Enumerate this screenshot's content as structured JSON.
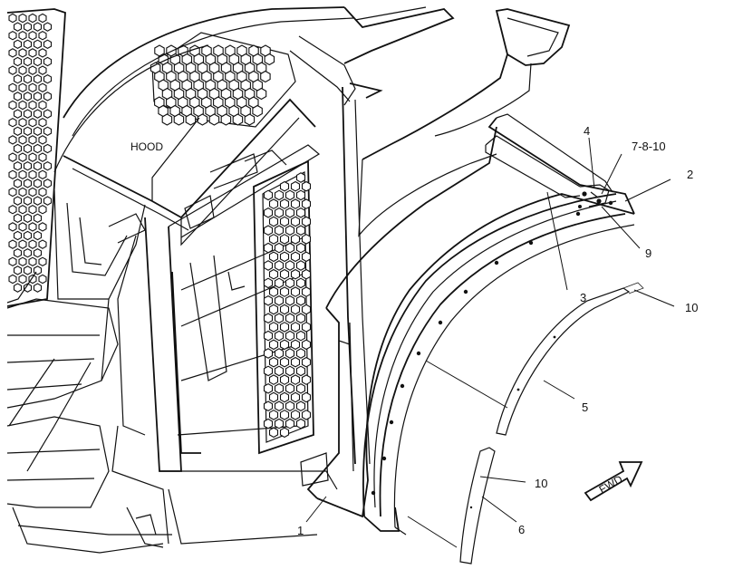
{
  "labels": {
    "hood": "HOOD",
    "fwd": "FWD",
    "callout_1": "1",
    "callout_2": "2",
    "callout_3": "3",
    "callout_4": "4",
    "callout_5": "5",
    "callout_6": "6",
    "callout_7_8_10": "7-8-10",
    "callout_9": "9",
    "callout_10_upper": "10",
    "callout_10_lower": "10"
  }
}
